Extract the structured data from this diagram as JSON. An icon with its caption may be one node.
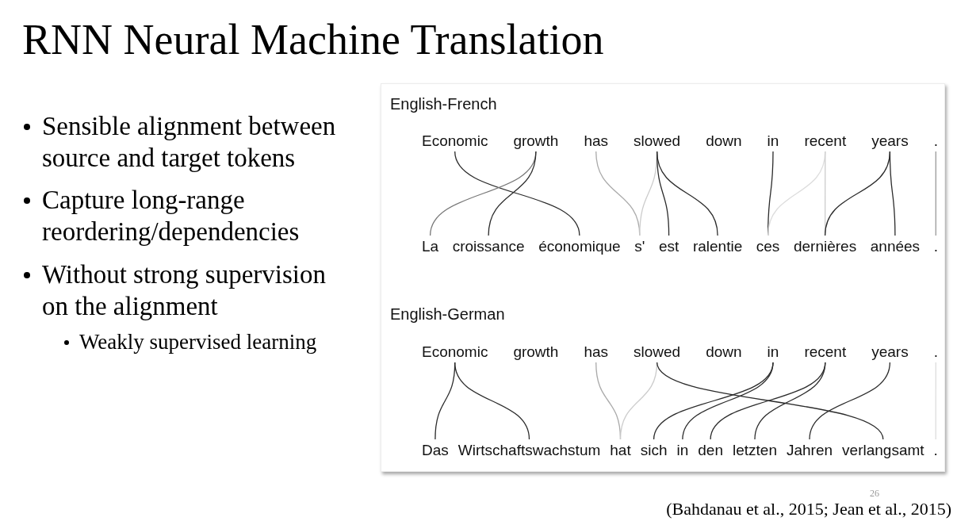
{
  "diagram": {
    "title": "RNN Neural Machine Translation",
    "nodes": [
      {
        "text": [
          "English-French",
          "English-German"
        ]
      },
      {
        "text": [
          "Economic"
        ],
        "in": 0
      },
      {
        "text": [
          "growth"
        ],
        "in": 0
      },
      {
        "text": [
          "has"
        ],
        "in": 0
      },
      {
        "text": [
          "slowed"
        ],
        "in": 0
      },
      {
        "text": [
          "down"
        ],
        "in": 0
      },
      {
        "text": [
          "in"
        ],
        "in": 0
      },
      {
        "text": [
          "recent"
        ],
        "in": 0
      },
      {
        "text": [
          "years"
        ],
        "in": 0
      },
      {
        "text": [
          "."
        ],
        "in": 0
      },
      {
        "text": [
          "La"
        ],
        "in": 0
      },
      {
        "text": [
          "croissance"
        ],
        "in": 0
      },
      {
        "text": [
          "économique"
        ],
        "in": 0
      },
      {
        "text": [
          "s'"
        ],
        "in": 0
      },
      {
        "text": [
          "est"
        ],
        "in": 0
      },
      {
        "text": [
          "ralentie"
        ],
        "in": 0
      },
      {
        "text": [
          "ces"
        ],
        "in": 0
      },
      {
        "text": [
          "dernières"
        ],
        "in": 0
      },
      {
        "text": [
          "années"
        ],
        "in": 0
      },
      {
        "text": [
          "."
        ],
        "in": 0
      },
      {
        "text": [
          "Economic"
        ],
        "in": 0
      },
      {
        "text": [
          "growth"
        ],
        "in": 0
      },
      {
        "text": [
          "has"
        ],
        "in": 0
      },
      {
        "text": [
          "slowed"
        ],
        "in": 0
      },
      {
        "text": [
          "down"
        ],
        "in": 0
      },
      {
        "text": [
          "in"
        ],
        "in": 0
      },
      {
        "text": [
          "recent"
        ],
        "in": 0
      },
      {
        "text": [
          "years"
        ],
        "in": 0
      },
      {
        "text": [
          "."
        ],
        "in": 0
      },
      {
        "text": [
          "Das"
        ],
        "in": 0
      },
      {
        "text": [
          "Wirtschaftswachstum"
        ],
        "in": 0
      },
      {
        "text": [
          "hat"
        ],
        "in": 0
      },
      {
        "text": [
          "sich"
        ],
        "in": 0
      },
      {
        "text": [
          "in"
        ],
        "in": 0
      },
      {
        "text": [
          "den"
        ],
        "in": 0
      },
      {
        "text": [
          "letzten"
        ],
        "in": 0
      },
      {
        "text": [
          "Jahren"
        ],
        "in": 0
      },
      {
        "text": [
          "verlangsamt"
        ],
        "in": 0
      },
      {
        "text": [
          "."
        ],
        "in": 0
      }
    ],
    "edges": [
      {
        "from": 1,
        "to": 12,
        "arrow": "none"
      },
      {
        "from": 2,
        "to": 10,
        "arrow": "none",
        "color": "#777777"
      },
      {
        "from": 2,
        "to": 11,
        "arrow": "none"
      },
      {
        "from": 3,
        "to": 13,
        "arrow": "none",
        "color": "#aaaaaa"
      },
      {
        "from": 4,
        "to": 13,
        "arrow": "none",
        "color": "#cccccc"
      },
      {
        "from": 4,
        "to": 14,
        "arrow": "none"
      },
      {
        "from": 4,
        "to": 15,
        "arrow": "none"
      },
      {
        "from": 6,
        "to": 16,
        "arrow": "none"
      },
      {
        "from": 7,
        "to": 16,
        "arrow": "none",
        "color": "#dddddd"
      },
      {
        "from": 7,
        "to": 17,
        "arrow": "none",
        "color": "#cccccc"
      },
      {
        "from": 8,
        "to": 17,
        "arrow": "none"
      },
      {
        "from": 8,
        "to": 18,
        "arrow": "none"
      },
      {
        "from": 9,
        "to": 19,
        "arrow": "none",
        "color": "#999999"
      },
      {
        "from": 20,
        "to": 29,
        "arrow": "none"
      },
      {
        "from": 20,
        "to": 30,
        "arrow": "none"
      },
      {
        "from": 22,
        "to": 31,
        "arrow": "none",
        "color": "#aaaaaa"
      },
      {
        "from": 23,
        "to": 31,
        "arrow": "none",
        "color": "#cccccc"
      },
      {
        "from": 23,
        "to": 37,
        "arrow": "none"
      },
      {
        "from": 25,
        "to": 32,
        "arrow": "none"
      },
      {
        "from": 25,
        "to": 33,
        "arrow": "none"
      },
      {
        "from": 26,
        "to": 34,
        "arrow": "none"
      },
      {
        "from": 26,
        "to": 35,
        "arrow": "none"
      },
      {
        "from": 27,
        "to": 36,
        "arrow": "none"
      },
      {
        "from": 28,
        "to": 38,
        "arrow": "none",
        "color": "#dddddd"
      }
    ],
    "labels": [
      "Sensible alignment between source and target tokens",
      "Capture long-range reordering/dependencies",
      "Without strong supervision on the alignment",
      "Weakly supervised learning",
      "26",
      "(Bahdanau et al., 2015; Jean et al., 2015)"
    ]
  }
}
